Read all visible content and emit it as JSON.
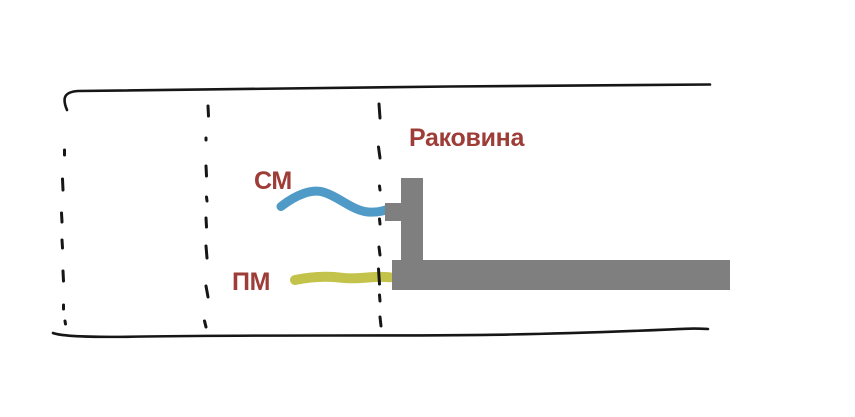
{
  "page": {
    "background": "#ffffff"
  },
  "labels": {
    "sink": "Раковина",
    "cm": "СМ",
    "pm": "ПМ"
  },
  "colors": {
    "label_text": "#9e3c37",
    "cm_hose": "#4f9ac6",
    "pm_hose": "#c3c24a",
    "sink_fill": "#7f7f7f",
    "sketch_line": "#161616"
  }
}
